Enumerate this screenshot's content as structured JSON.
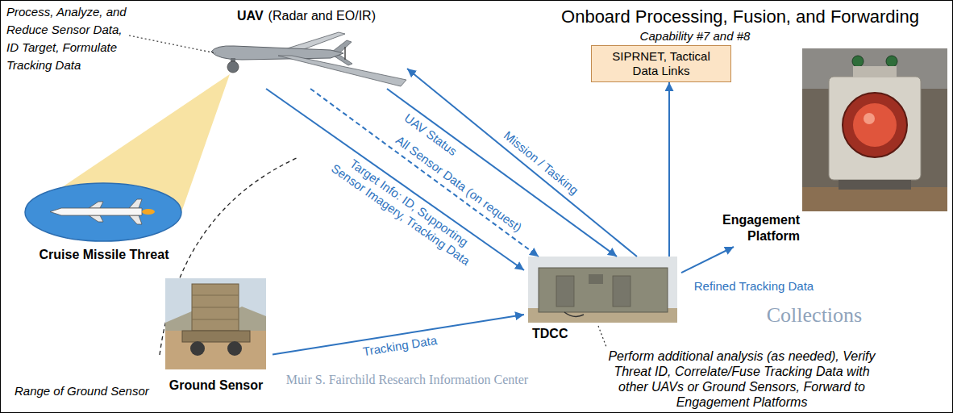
{
  "diagram": {
    "title": "Onboard Processing, Fusion, and Forwarding",
    "nodes": [
      {
        "text": [
          "UAV",
          "(Radar and EO/IR)"
        ]
      },
      {
        "text": [
          "Cruise Missile Threat"
        ]
      },
      {
        "text": [
          "Ground Sensor"
        ]
      },
      {
        "text": [
          "TDCC"
        ]
      },
      {
        "text": [
          "SIPRNET, Tactical Data Links"
        ]
      },
      {
        "text": [
          "Engagement Platform"
        ]
      }
    ],
    "edges": [
      {
        "from": 0,
        "to": 3,
        "label": "Target Info: ID, Supporting Sensor Imagery, Tracking Data",
        "arrow": "to"
      },
      {
        "from": 0,
        "to": 3,
        "label": "All Sensor Data (on request)",
        "arrow": "to"
      },
      {
        "from": 3,
        "to": 0,
        "label": "Mission / Tasking",
        "arrow": "to"
      },
      {
        "from": 0,
        "to": 3,
        "label": "UAV Status",
        "arrow": "to"
      },
      {
        "from": 2,
        "to": 3,
        "label": "Tracking Data",
        "arrow": "to"
      },
      {
        "from": 3,
        "to": 4,
        "arrow": "to"
      },
      {
        "from": 3,
        "to": 5,
        "label": "Refined Tracking Data",
        "arrow": "to"
      }
    ],
    "labels": [
      "Capability #7 and #8",
      "Process, Analyze, and Reduce Sensor Data, ID Target, Formulate Tracking Data",
      "Range of Ground Sensor",
      "Perform additional analysis (as needed), Verify Threat ID, Correlate/Fuse Tracking Data with other UAVs or Ground Sensors, Forward to Engagement Platforms",
      "Muir S. Fairchild Research Information Center",
      "Collections"
    ]
  }
}
